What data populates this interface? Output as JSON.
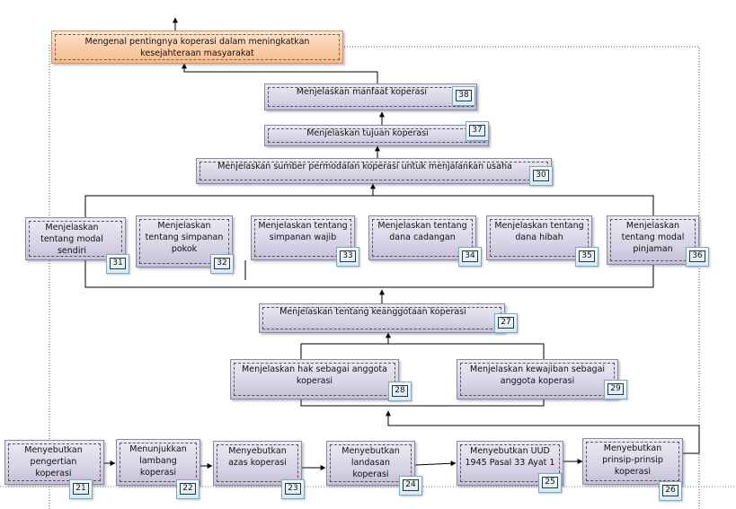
{
  "nodes": {
    "goal": "Mengenal pentingnya  koperasi dalam meningkatkan kesejahteraan masyarakat",
    "n38": "Menjelaskan  manfaat koperasi",
    "n37": "Menjelaskan  tujuan  koperasi",
    "n30": "Menjelaskan  sumber  permodalan koperasi untuk menjalankan usaha",
    "n31": "Menjelaskan  tentang modal sendiri",
    "n32": "Menjelaskan tentang simpanan pokok",
    "n33": "Menjelaskan tentang simpanan  wajib",
    "n34": "Menjelaskan tentang dana cadangan",
    "n35": "Menjelaskan  tentang dana hibah",
    "n36": "Menjelaskan tentang modal pinjaman",
    "n27": "Menjelaskan  tentang  keanggotaan koperasi",
    "n28": "Menjelaskan hak sebagai anggota koperasi",
    "n29": "Menjelaskan  kewajiban  sebagai anggota koperasi",
    "n21": "Menyebutkan pengertian koperasi",
    "n22": "Menunjukkan lambang koperasi",
    "n23": "Menyebutkan  azas koperasi",
    "n24": "Menyebutkan landasan koperasi",
    "n25": "Menyebutkan UUD 1945 Pasal  33 Ayat 1",
    "n26": "Menyebutkan  prinsip-prinsip koperasi"
  },
  "numbers": {
    "n38": "38",
    "n37": "37",
    "n30": "30",
    "n31": "31",
    "n32": "32",
    "n33": "33",
    "n34": "34",
    "n35": "35",
    "n36": "36",
    "n27": "27",
    "n28": "28",
    "n29": "29",
    "n21": "21",
    "n22": "22",
    "n23": "23",
    "n24": "24",
    "n25": "25",
    "n26": "26"
  },
  "colors": {
    "box_fill": "#d9d4e6",
    "box_border": "#8f86a6",
    "goal_fill": "#f9b98a",
    "number_fill": "#d7ebf5",
    "connector": "#000000"
  }
}
